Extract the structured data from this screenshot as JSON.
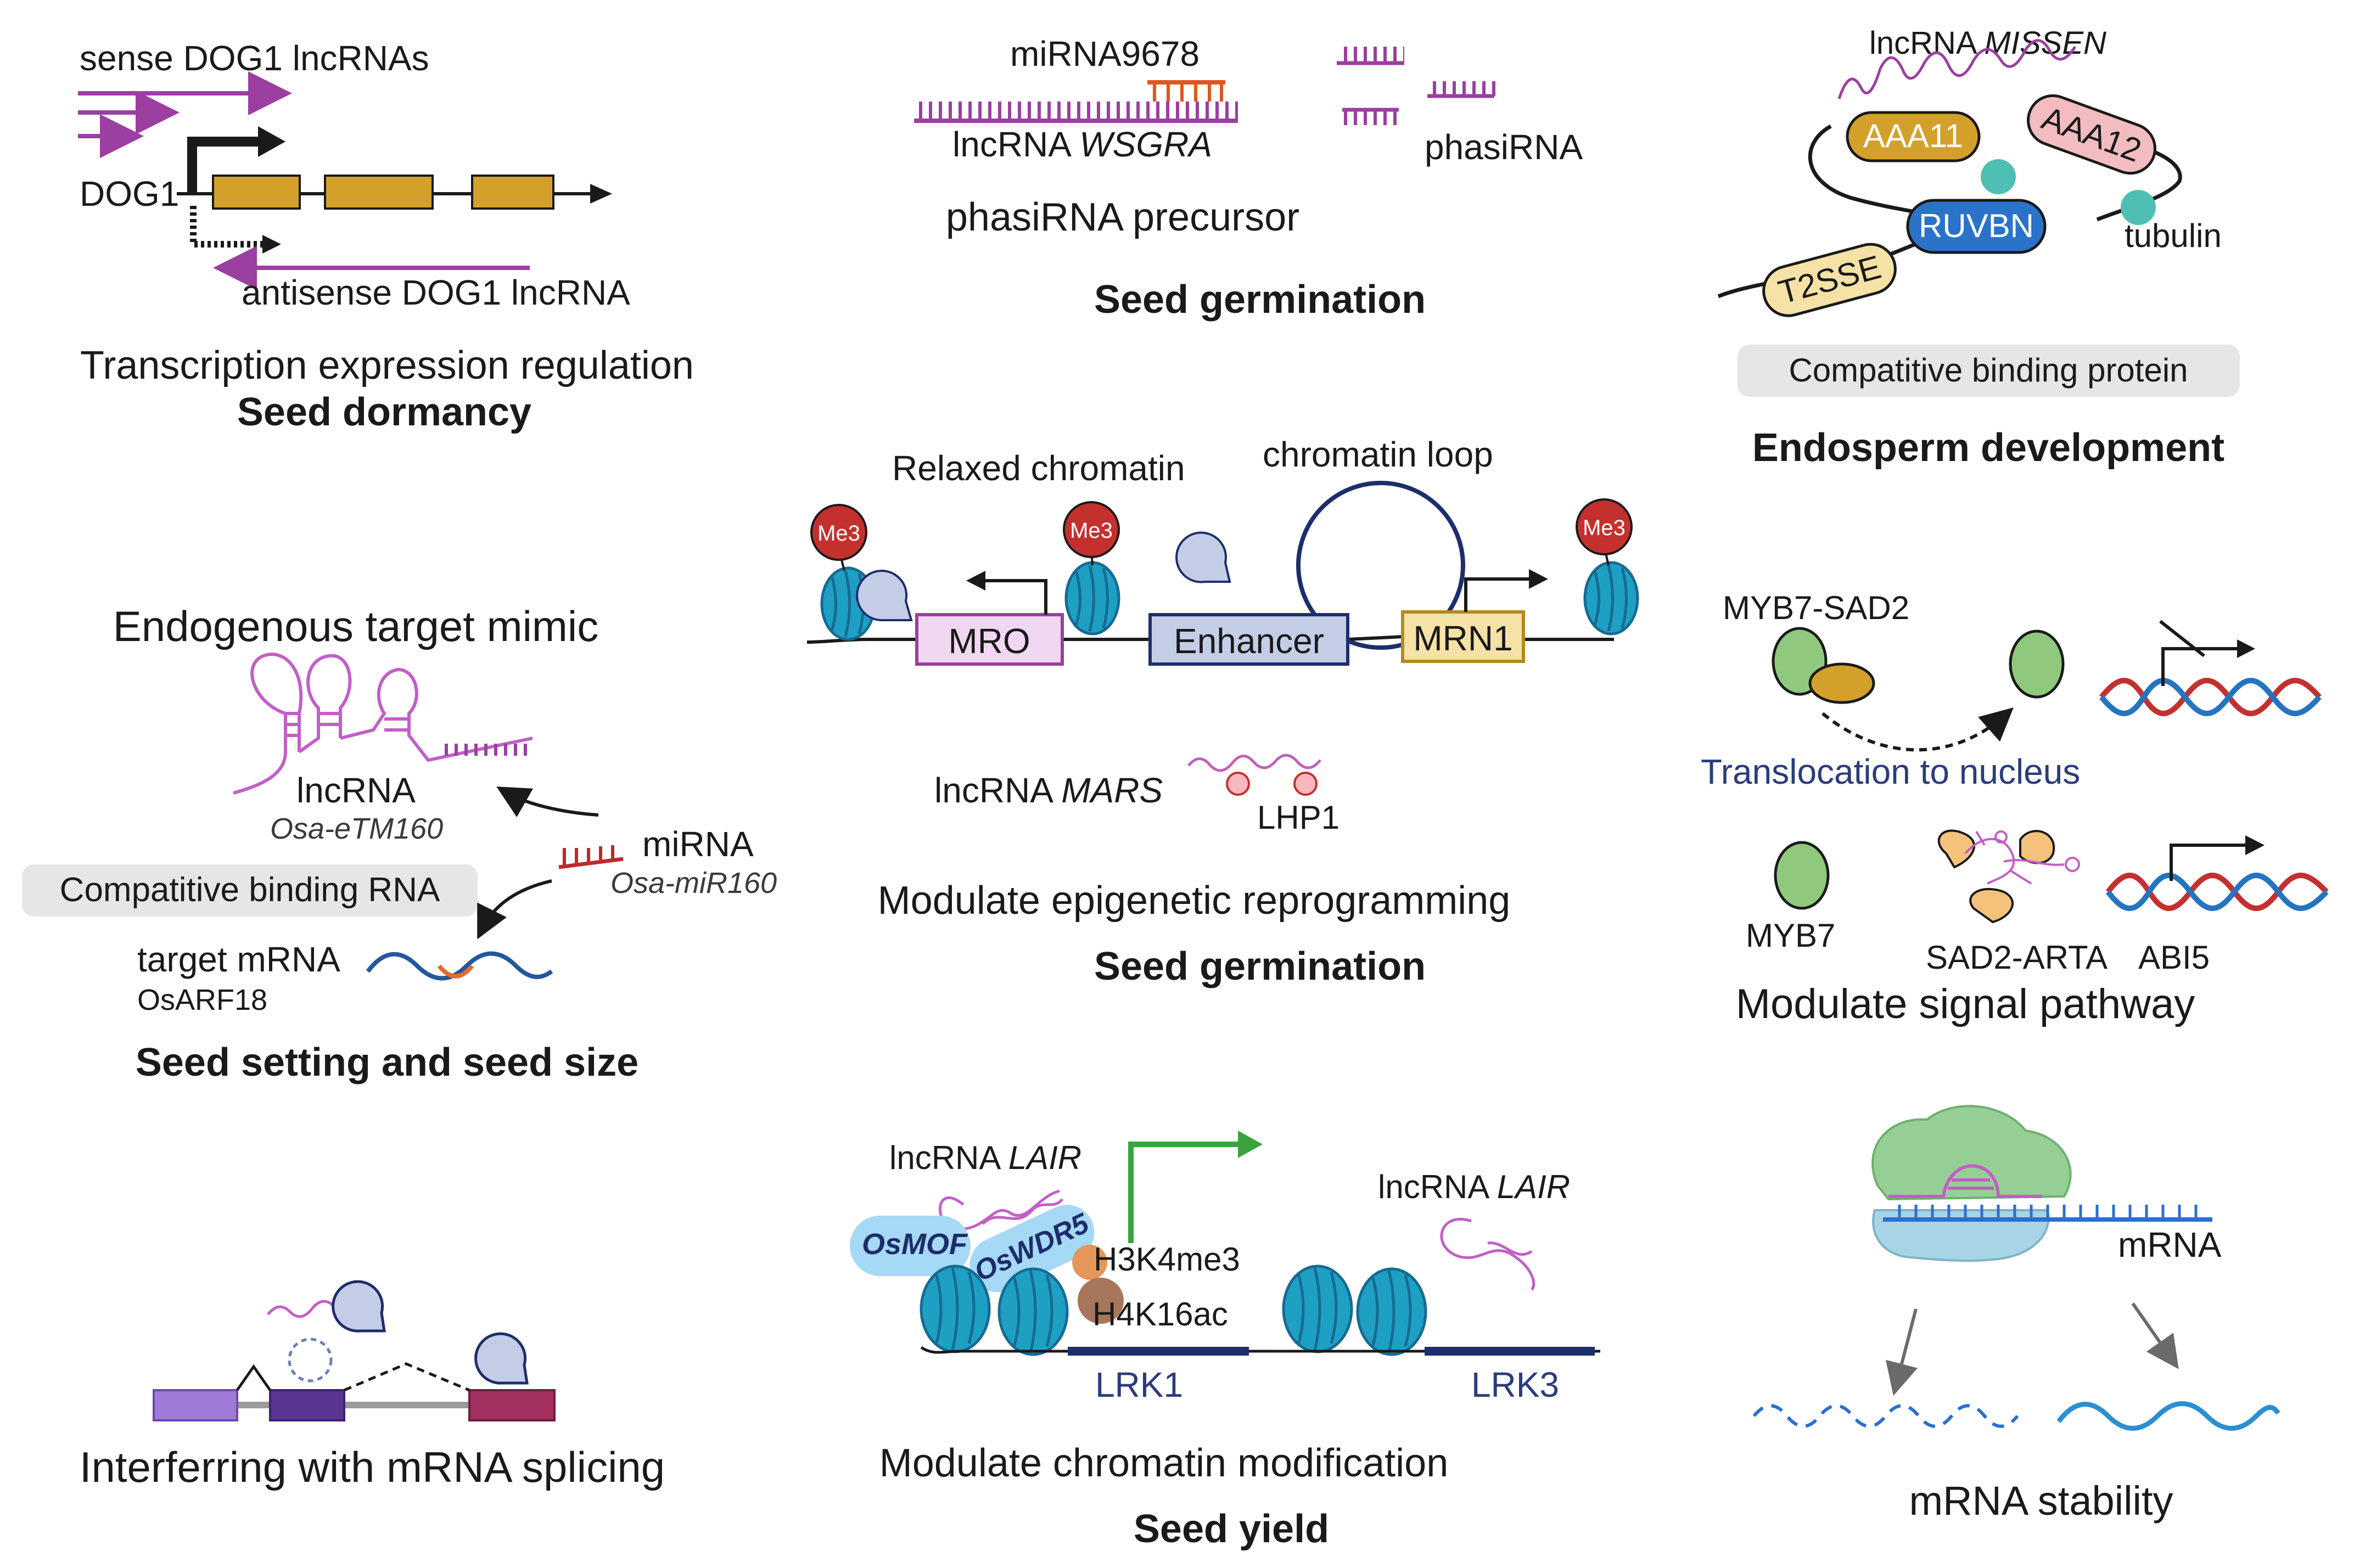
{
  "colors": {
    "purple": "#9b3fa0",
    "magenta": "#a3419f",
    "pink": "#d47ad3",
    "gold": "#c8942a",
    "gold_fill": "#d4a02c",
    "black": "#1a1a1a",
    "red_mirna": "#c0282a",
    "orange_mirna": "#e0561c",
    "teal": "#1e9fc4",
    "teal_dark": "#176a92",
    "me3_red": "#c4302d",
    "navy": "#1e2d6b",
    "green": "#3aa33f",
    "light_green": "#8fc97d",
    "grey_box": "#e6e6e6",
    "ruvbn_blue": "#2a73c9",
    "blue_mrna": "#2a6fd1",
    "wave_orange": "#e46b2c",
    "wave_blue": "#24579b",
    "dna_red": "#c43030",
    "dna_blue": "#2474c1"
  },
  "p1": {
    "sense_label": "sense DOG1 lncRNAs",
    "gene_label": "DOG1",
    "antisense_label": "antisense DOG1 lncRNA",
    "mechanism": "Transcription expression regulation",
    "process": "Seed dormancy"
  },
  "p2": {
    "mirna_label": "miRNA9678",
    "lncrna_prefix": "lncRNA ",
    "lncrna_name": "WSGRA",
    "phasi_label": "phasiRNA",
    "mechanism": "phasiRNA precursor",
    "process": "Seed germination"
  },
  "p3": {
    "lncrna_prefix": "lncRNA ",
    "lncrna_name": "MISSEN",
    "protein_a": "AAA11",
    "protein_b": "AAA12",
    "protein_c": "RUVBN",
    "protein_d": "T2SSE",
    "tubulin_label": "tubulin",
    "mechanism": "Compatitive binding protein",
    "process": "Endosperm development"
  },
  "p4": {
    "relaxed_label": "Relaxed chromatin",
    "loop_label": "chromatin loop",
    "me3": "Me3",
    "box_mro": "MRO",
    "box_enh": "Enhancer",
    "box_mrn1": "MRN1",
    "lncrna_prefix": "lncRNA ",
    "lncrna_name": "MARS",
    "lhp1_label": "LHP1",
    "mechanism": "Modulate epigenetic reprogramming",
    "process": "Seed germination"
  },
  "p5": {
    "title": "Endogenous target mimic",
    "lncrna_label": "lncRNA",
    "lncrna_name": "Osa-eTM160",
    "mirna_label": "miRNA",
    "mirna_name": "Osa-miR160",
    "mechanism": "Compatitive binding RNA",
    "target_label": "target mRNA",
    "target_name": "OsARF18",
    "process": "Seed setting and seed size"
  },
  "p6": {
    "complex_label": "MYB7-SAD2",
    "translocation": "Translocation to nucleus",
    "myb7_label": "MYB7",
    "sad2_label": "SAD2-ARTA",
    "abi5_label": "ABI5",
    "mechanism": "Modulate signal pathway"
  },
  "p7": {
    "mechanism": "Interferring with mRNA splicing"
  },
  "p8": {
    "lncrna_prefix": "lncRNA ",
    "lncrna_name": "LAIR",
    "osmof": "OsMOF",
    "oswdr5": "OsWDR5",
    "h3k4": "H3K4me3",
    "h4k16": "H4K16ac",
    "lrk1": "LRK1",
    "lrk3": "LRK3",
    "mechanism": "Modulate chromatin modification",
    "process": "Seed yield"
  },
  "p9": {
    "mrna_label": "mRNA",
    "mechanism": "mRNA stability"
  }
}
